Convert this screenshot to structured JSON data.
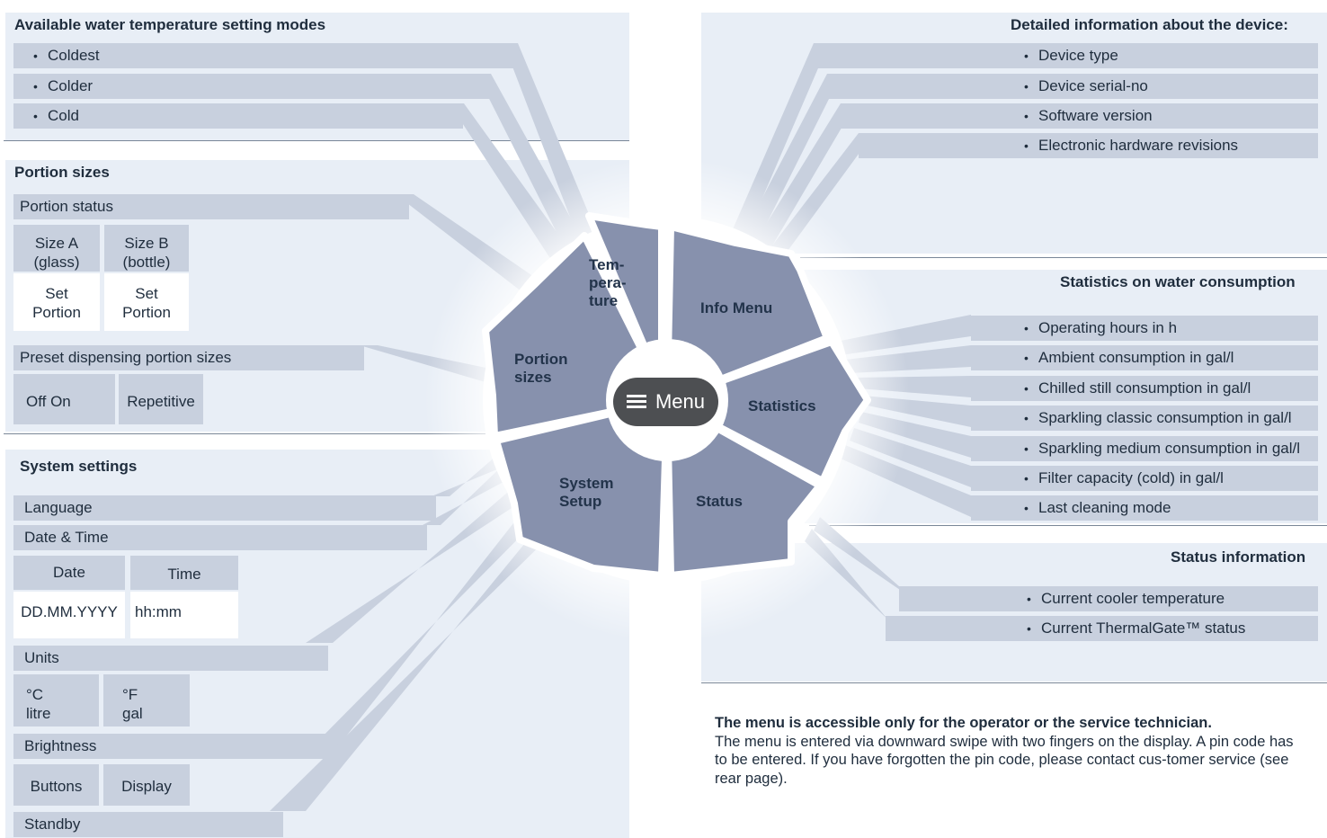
{
  "temperature": {
    "heading": "Available water temperature setting modes",
    "items": [
      "Coldest",
      "Colder",
      "Cold"
    ]
  },
  "portion": {
    "heading": "Portion sizes",
    "status": "Portion status",
    "size_a": "Size A\n(glass)",
    "size_b": "Size B\n(bottle)",
    "set_a": "Set\nPortion",
    "set_b": "Set\nPortion",
    "preset": "Preset dispensing portion sizes",
    "off_on": "Off On",
    "repetitive": "Repetitive"
  },
  "system": {
    "heading": "System settings",
    "language": "Language",
    "date_time": "Date & Time",
    "date": "Date",
    "time": "Time",
    "date_fmt": "DD.MM.YYYY",
    "time_fmt": "hh:mm",
    "units": "Units",
    "unit_c": "°C\nlitre",
    "unit_f": "°F\ngal",
    "brightness": "Brightness",
    "buttons": "Buttons",
    "display": "Display",
    "standby": "Standby"
  },
  "info": {
    "heading": "Detailed information about the device:",
    "items": [
      "Device type",
      "Device serial-no",
      "Software version",
      "Electronic hardware revisions"
    ]
  },
  "statistics": {
    "heading": "Statistics on water consumption",
    "items": [
      "Operating hours in h",
      "Ambient consumption in gal/l",
      "Chilled still consumption in gal/l",
      "Sparkling classic consumption in gal/l",
      "Sparkling medium consumption in gal/l",
      "Filter capacity (cold) in gal/l",
      "Last cleaning mode"
    ]
  },
  "status": {
    "heading": "Status information",
    "items": [
      "Current cooler temperature",
      "Current ThermalGate™ status"
    ]
  },
  "wheel": {
    "temperature": "Tem-\npera-\nture",
    "info_menu": "Info Menu",
    "statistics": "Statistics",
    "status": "Status",
    "system_setup": "System\nSetup",
    "portion_sizes": "Portion\nsizes",
    "menu": "Menu"
  },
  "note": {
    "bold": "The menu is accessible only for the operator or the service technician.",
    "text": "The menu is entered via downward swipe with two fingers on the display. A pin code has to be entered. If you have forgotten the pin code, please contact cus-tomer service (see rear page)."
  },
  "colors": {
    "panel_bg": "#e8eef6",
    "bar": "#c8d0de",
    "segment": "#8791ad",
    "menu_button": "#4d4f52"
  }
}
